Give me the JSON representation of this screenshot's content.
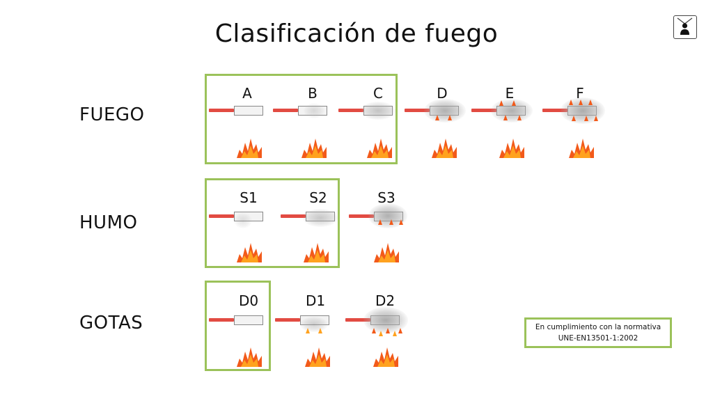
{
  "title": "Clasificación de fuego",
  "note": {
    "line1": "En cumplimiento con la normativa",
    "line2": "UNE-EN13501-1:2002"
  },
  "rows": [
    {
      "label": "FUEGO",
      "classes": [
        "A",
        "B",
        "C",
        "D",
        "E",
        "F"
      ]
    },
    {
      "label": "HUMO",
      "classes": [
        "S1",
        "S2",
        "S3"
      ]
    },
    {
      "label": "GOTAS",
      "classes": [
        "D0",
        "D1",
        "D2"
      ]
    }
  ],
  "colors": {
    "box_border": "#9bc25a",
    "rod": "#e24b42",
    "flame_outer": "#f25a1a",
    "flame_inner": "#ffa21f"
  },
  "icons": {
    "logo": "person-badge-icon",
    "flame": "flame-icon"
  }
}
